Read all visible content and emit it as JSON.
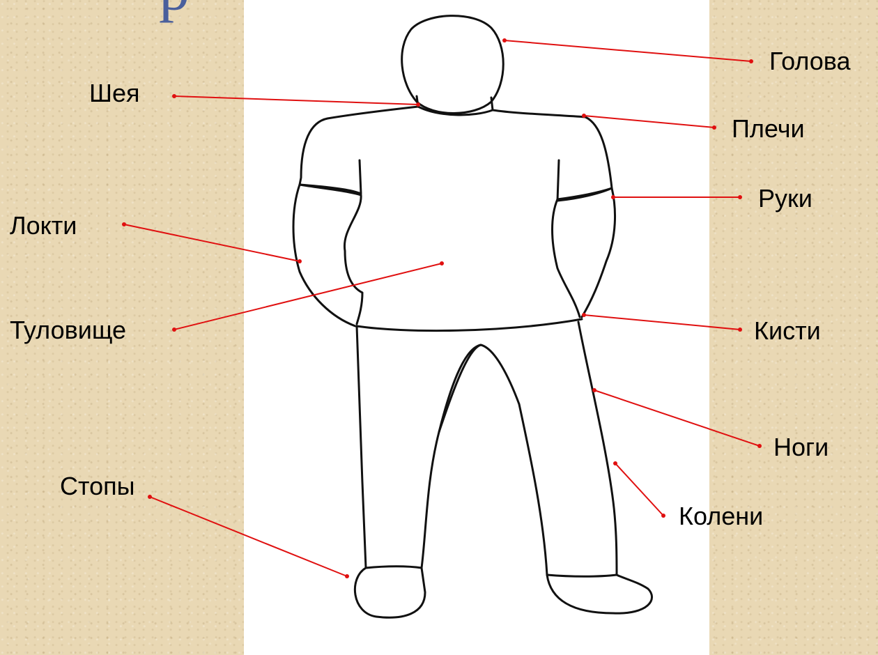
{
  "title_fragment": "р",
  "labels": {
    "head": "Голова",
    "neck": "Шея",
    "shoulders": "Плечи",
    "arms": "Руки",
    "elbows": "Локти",
    "torso": "Туловище",
    "hands": "Кисти",
    "legs": "Ноги",
    "knees": "Колени",
    "feet": "Стопы"
  },
  "colors": {
    "background": "#e9d8b4",
    "panel": "#ffffff",
    "callout": "#e01010",
    "outline": "#111111",
    "title": "#4a5f9c"
  }
}
